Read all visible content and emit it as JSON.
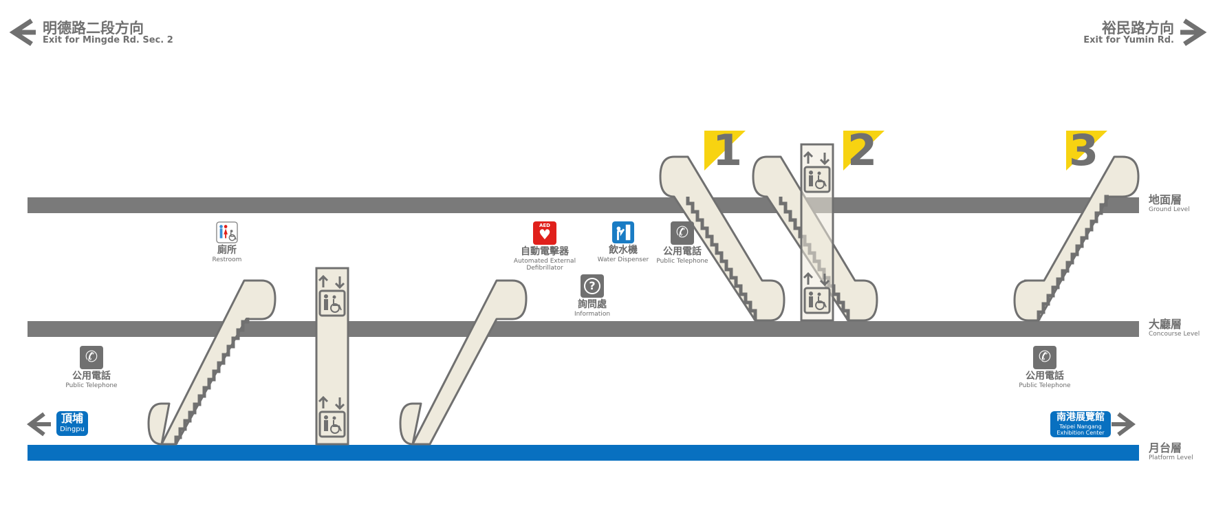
{
  "directions": {
    "left": {
      "zh": "明德路二段方向",
      "en": "Exit for Mingde Rd. Sec. 2"
    },
    "right": {
      "zh": "裕民路方向",
      "en": "Exit for Yumin Rd."
    }
  },
  "levels": {
    "ground": {
      "zh": "地面層",
      "en": "Ground Level"
    },
    "concourse": {
      "zh": "大廳層",
      "en": "Concourse Level"
    },
    "platform": {
      "zh": "月台層",
      "en": "Platform Level"
    }
  },
  "exits": [
    "1",
    "2",
    "3"
  ],
  "facilities": {
    "restroom": {
      "zh": "廁所",
      "en": "Restroom"
    },
    "aed": {
      "zh": "自動電擊器",
      "en": "Automated External Defibrillator",
      "badge": "AED"
    },
    "water": {
      "zh": "飲水機",
      "en": "Water Dispenser"
    },
    "phone_concourse": {
      "zh": "公用電話",
      "en": "Public Telephone"
    },
    "info": {
      "zh": "詢問處",
      "en": "Information",
      "glyph": "?"
    },
    "phone_left": {
      "zh": "公用電話",
      "en": "Public Telephone"
    },
    "phone_right": {
      "zh": "公用電話",
      "en": "Public Telephone"
    }
  },
  "destinations": {
    "left": {
      "zh": "頂埔",
      "en": "Dingpu"
    },
    "right": {
      "zh": "南港展覽館",
      "en1": "Taipei Nangang",
      "en2": "Exhibition Center"
    }
  },
  "colors": {
    "floor": "#7a7a7a",
    "platform": "#0870c0",
    "escalator": "#eeeadd",
    "outline": "#707070",
    "exit_flag": "#f7d311",
    "aed_red": "#e0201b",
    "water_blue": "#1a7cc4"
  },
  "icons": [
    "arrow-left-icon",
    "arrow-right-icon",
    "restroom-icon",
    "aed-icon",
    "water-dispenser-icon",
    "telephone-icon",
    "information-icon",
    "elevator-icon",
    "wheelchair-icon"
  ]
}
